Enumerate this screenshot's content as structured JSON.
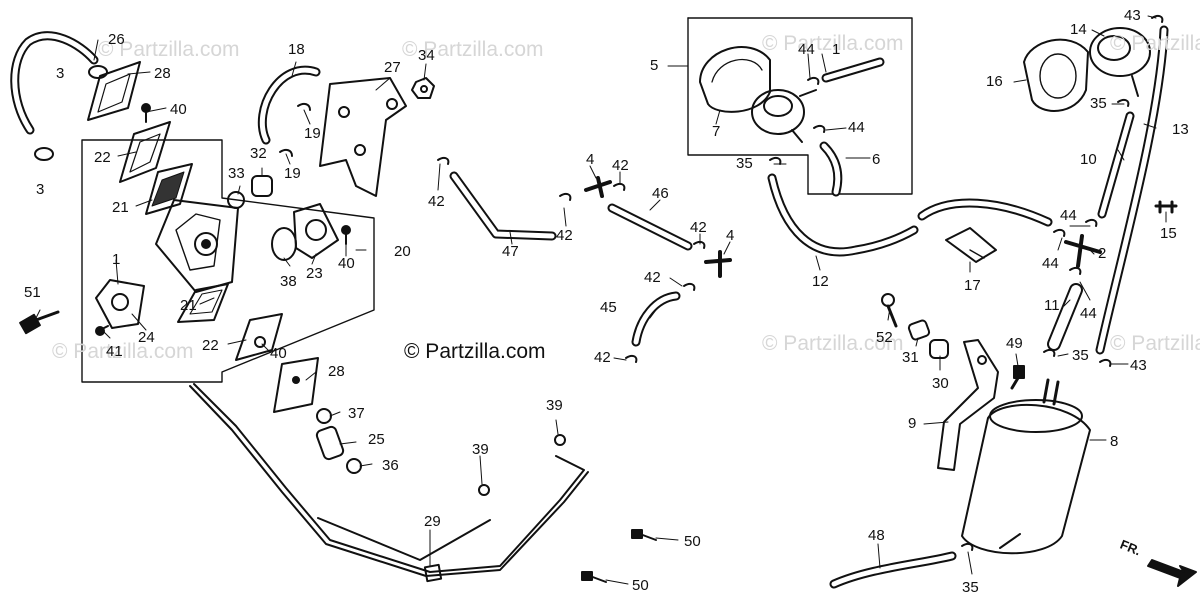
{
  "watermark_text": "© Partzilla.com",
  "copyright_text": "© Partzilla.com",
  "direction_label": "FR.",
  "callouts": {
    "c26": "26",
    "c3a": "3",
    "c28a": "28",
    "c3b": "3",
    "c40a": "40",
    "c22a": "22",
    "c21a": "21",
    "c1a": "1",
    "c51": "51",
    "c41": "41",
    "c24": "24",
    "c21b": "21",
    "c22b": "22",
    "c40b": "40",
    "c28b": "28",
    "c18": "18",
    "c19a": "19",
    "c19b": "19",
    "c32": "32",
    "c33": "33",
    "c27": "27",
    "c34": "34",
    "c38": "38",
    "c23": "23",
    "c40c": "40",
    "c20": "20",
    "c37": "37",
    "c25": "25",
    "c36": "36",
    "c29": "29",
    "c39a": "39",
    "c39b": "39",
    "c50a": "50",
    "c50b": "50",
    "c42a": "42",
    "c47": "47",
    "c42b": "42",
    "c4a": "4",
    "c42c": "42",
    "c46": "46",
    "c42d": "42",
    "c4b": "4",
    "c42e": "42",
    "c45": "45",
    "c42f": "42",
    "c5": "5",
    "c7": "7",
    "c44a": "44",
    "c1b": "1",
    "c44b": "44",
    "c35a": "35",
    "c6": "6",
    "c12": "12",
    "c17": "17",
    "c44c": "44",
    "c2": "2",
    "c44d": "44",
    "c44e": "44",
    "c11": "11",
    "c35b": "35",
    "c43a": "43",
    "c14": "14",
    "c16": "16",
    "c35c": "35",
    "c13": "13",
    "c10": "10",
    "c15": "15",
    "c43b": "43",
    "c52": "52",
    "c31": "31",
    "c30": "30",
    "c49": "49",
    "c9": "9",
    "c8": "8",
    "c48": "48",
    "c35d": "35"
  }
}
